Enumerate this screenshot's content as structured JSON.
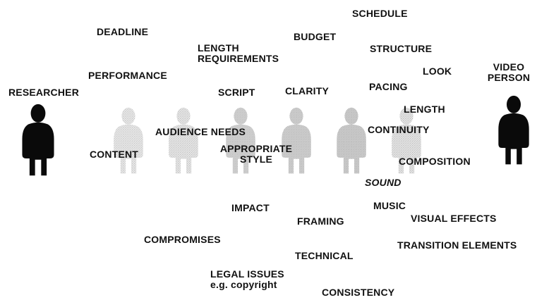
{
  "roles": {
    "left": "RESEARCHER",
    "right_line1": "VIDEO",
    "right_line2": "PERSON"
  },
  "concepts": {
    "deadline": "DEADLINE",
    "schedule": "SCHEDULE",
    "budget": "BUDGET",
    "length_requirements_1": "LENGTH",
    "length_requirements_2": "REQUIREMENTS",
    "structure": "STRUCTURE",
    "look": "LOOK",
    "performance": "PERFORMANCE",
    "script": "SCRIPT",
    "clarity": "CLARITY",
    "pacing": "PACING",
    "length": "LENGTH",
    "audience_needs": "AUDIENCE NEEDS",
    "continuity": "CONTINUITY",
    "content": "CONTENT",
    "appropriate_style_1": "APPROPRIATE",
    "appropriate_style_2": "STYLE",
    "composition": "COMPOSITION",
    "sound": "SOUND",
    "impact": "IMPACT",
    "music": "MUSIC",
    "framing": "FRAMING",
    "visual_effects": "VISUAL EFFECTS",
    "compromises": "COMPROMISES",
    "transition_elements": "TRANSITION ELEMENTS",
    "technical": "TECHNICAL",
    "legal_issues_1": "LEGAL ISSUES",
    "legal_issues_2": "e.g. copyright",
    "consistency": "CONSISTENCY"
  },
  "colors": {
    "solid_figure": "#0a0a0a",
    "faded_figure": "#bdbdbd",
    "text": "#111111"
  }
}
